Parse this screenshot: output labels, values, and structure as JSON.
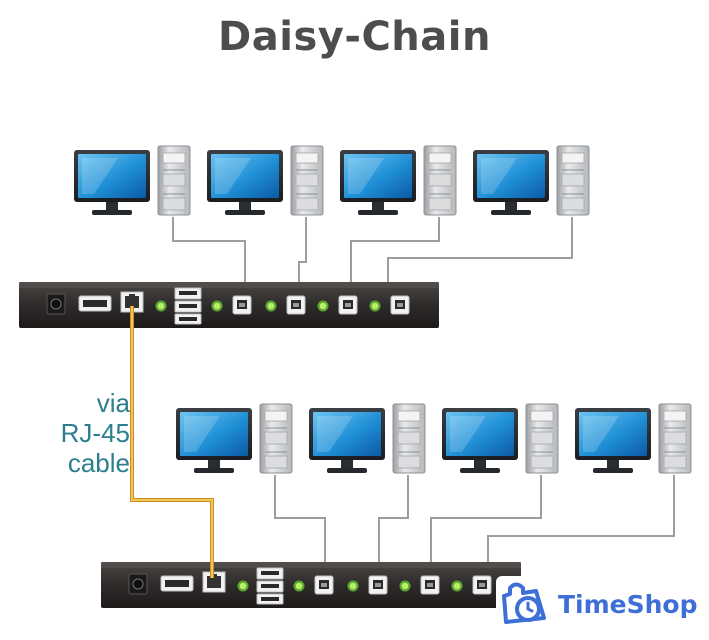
{
  "title": "Daisy-Chain",
  "link_label": [
    "via",
    "RJ-45",
    "cable"
  ],
  "watermark": "TimeShop",
  "colors": {
    "title": "#4d4d4d",
    "link_label": "#2b7f8e",
    "rj45_cable": "#e7b23c",
    "switch_body": "#2f2b2a",
    "port_led": "#8bd14a",
    "monitor_screen": "#1f8fd6",
    "watermark": "#3d6fd6"
  },
  "icons": [
    "monitor-icon",
    "pc-tower-icon",
    "kvm-switch-icon",
    "usb-b-port-icon",
    "rj45-port-icon",
    "timeshop-logo-icon"
  ]
}
